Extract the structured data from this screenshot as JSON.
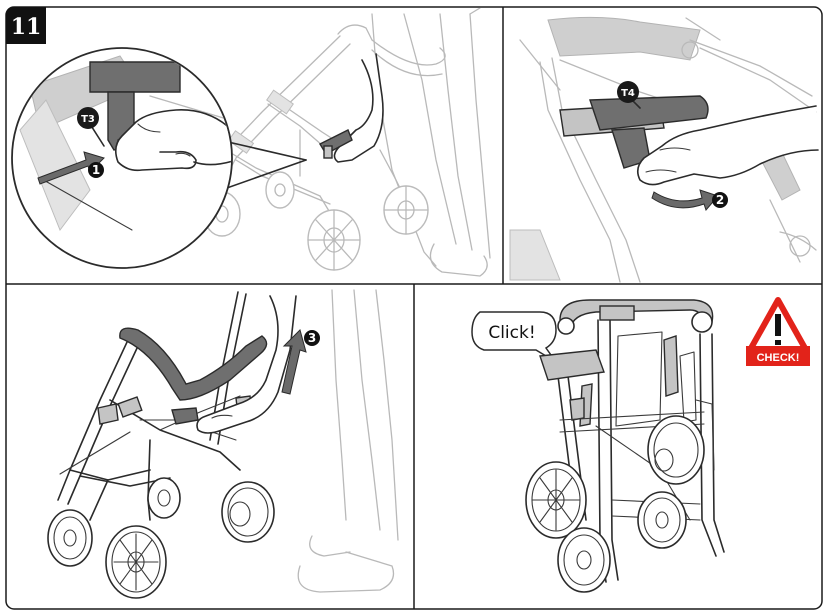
{
  "step_number": "11",
  "panel_top_left": {
    "callout_tag": "T3",
    "arrow_number": "1"
  },
  "panel_top_right": {
    "callout_tag": "T4",
    "arrow_number": "2"
  },
  "panel_bottom_left": {
    "arrow_number": "3"
  },
  "panel_bottom_right": {
    "speech_bubble": "Click!",
    "warning_label": "CHECK!"
  },
  "colors": {
    "line": "#2b2b2b",
    "ghost": "#b9b9b9",
    "warning_red": "#e2231a",
    "handle_dark": "#6f6f6f"
  },
  "icons": [
    "arrow-icon",
    "warning-triangle-icon",
    "speech-bubble-icon"
  ]
}
